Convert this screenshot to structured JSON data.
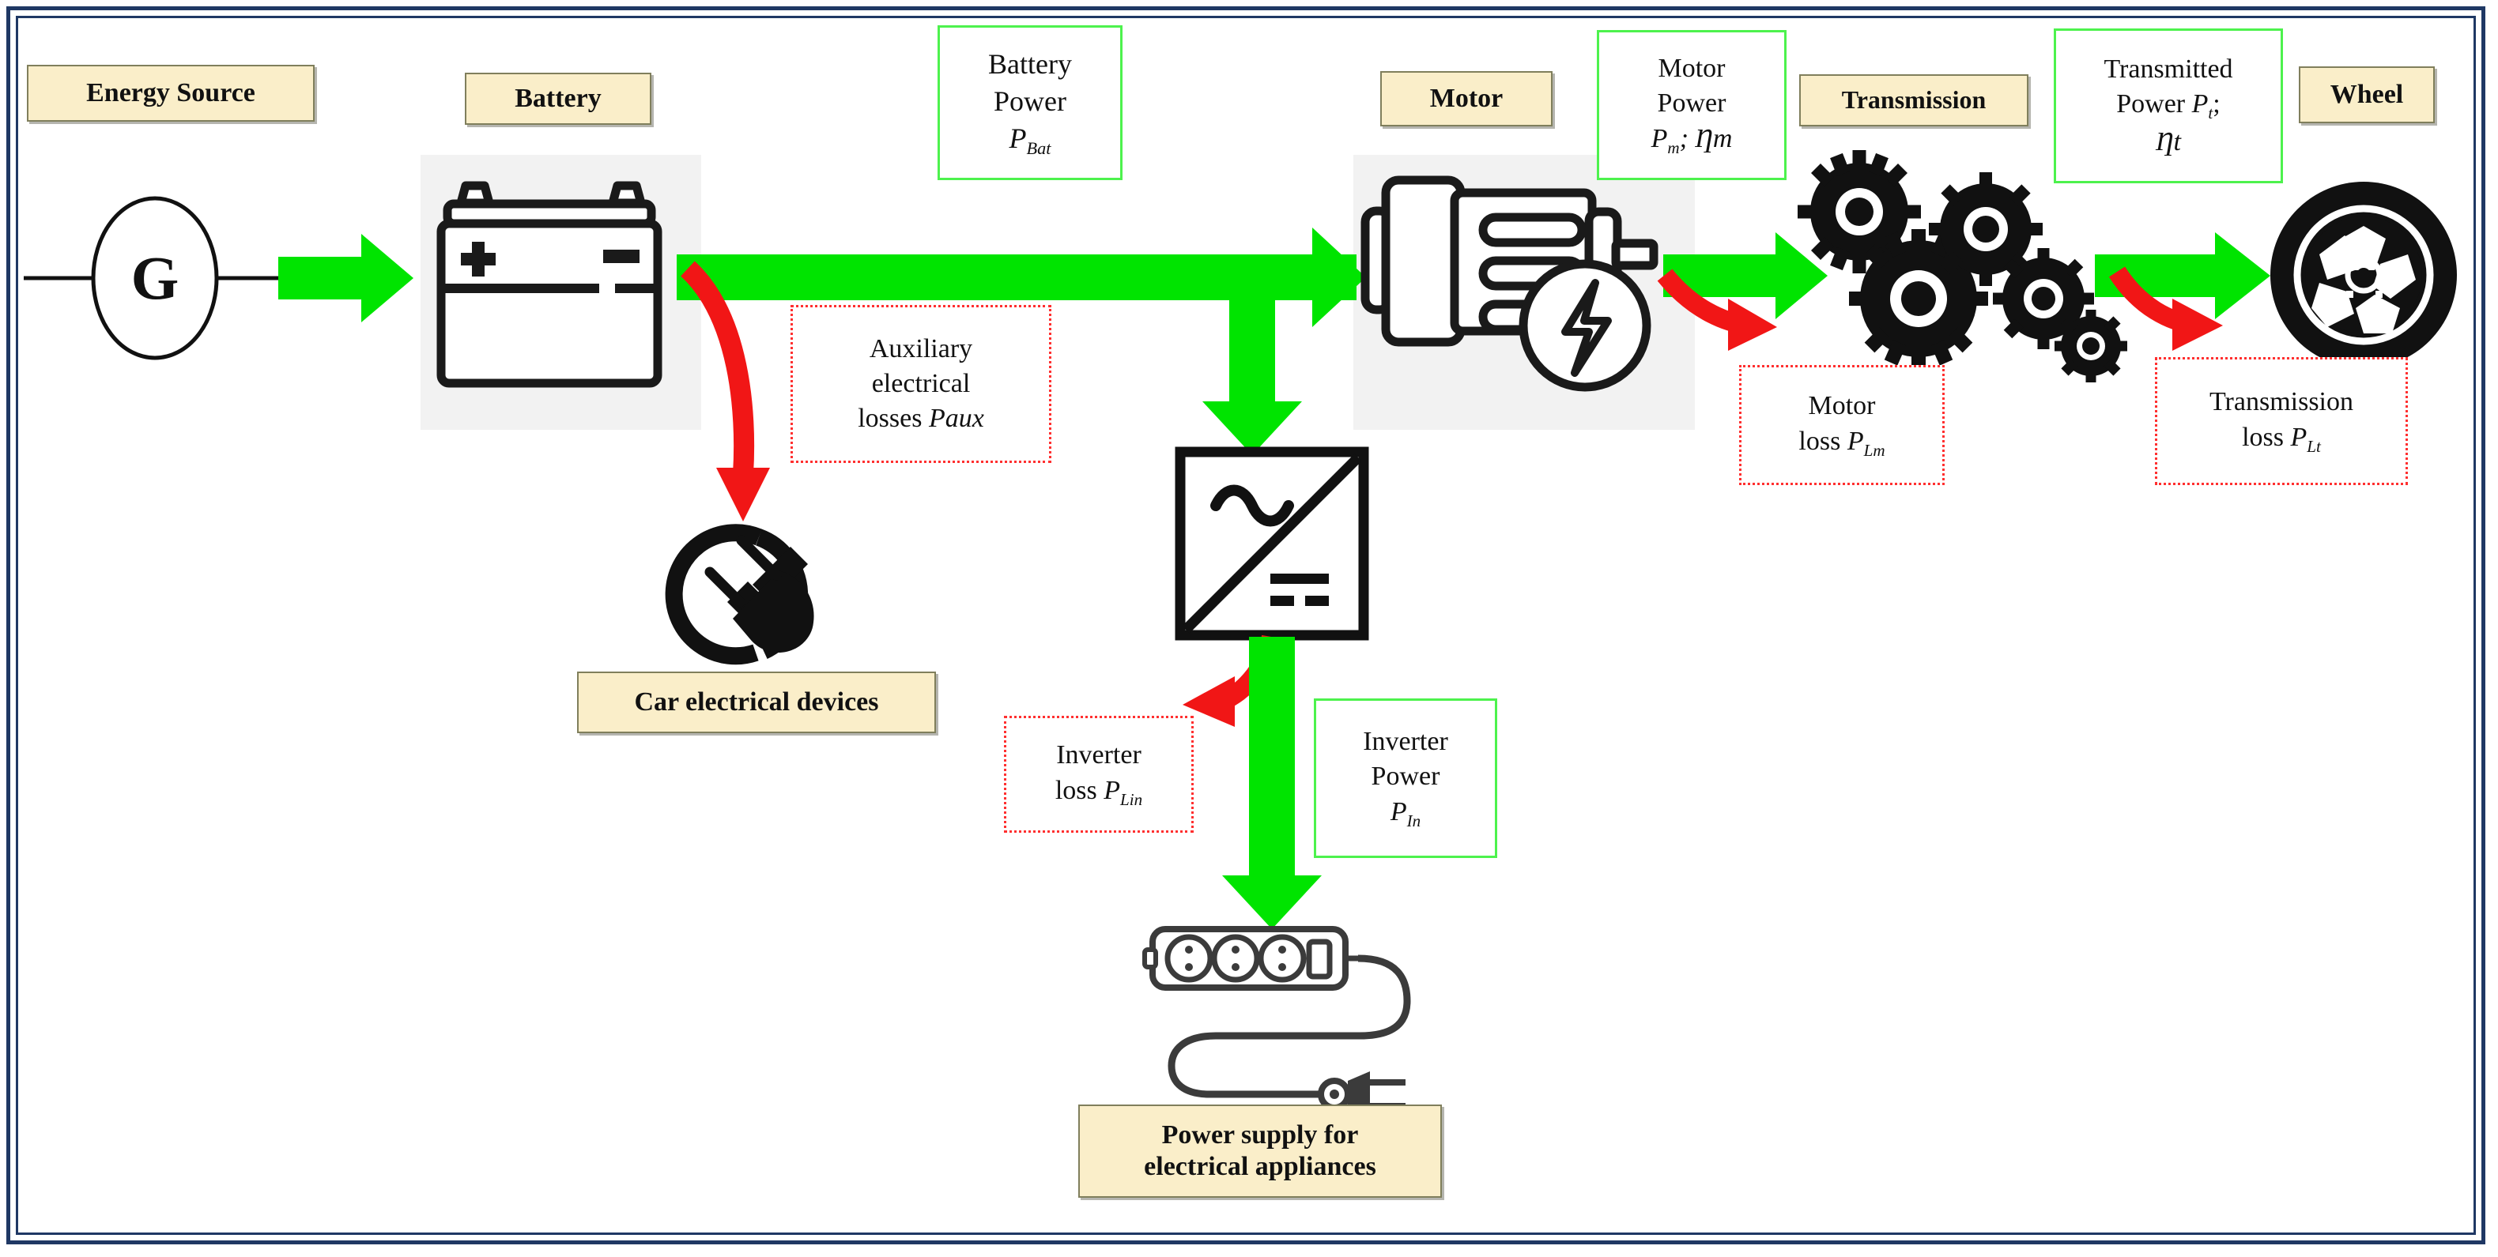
{
  "diagram": {
    "title": "Electric vehicle power flow and losses diagram",
    "colors": {
      "frame": "#1f3864",
      "power_flow_green": "#00e400",
      "loss_red": "#ff2f2f",
      "label_fill": "#faeec9",
      "green_border": "#4df24d",
      "icon_backdrop": "#f2f2f2"
    }
  },
  "component_labels": {
    "energy_source": "Energy Source",
    "battery": "Battery",
    "motor": "Motor",
    "transmission": "Transmission",
    "wheel": "Wheel",
    "car_electrical_devices": "Car electrical devices",
    "power_supply_appliances_line1": "Power supply for",
    "power_supply_appliances_line2": "electrical appliances"
  },
  "generator": {
    "symbol": "G"
  },
  "power_boxes": [
    {
      "id": "battery-power",
      "line1": "Battery",
      "line2": "Power",
      "symbol_base": "P",
      "symbol_sub": "Bat"
    },
    {
      "id": "motor-power",
      "line1": "Motor",
      "line2": "Power",
      "symbol_base": "P",
      "symbol_sub": "m",
      "symbol_extra": "; Ƞm"
    },
    {
      "id": "transmitted-power",
      "line1": "Transmitted",
      "line2": "Power",
      "symbol_base": "P",
      "symbol_sub": "t",
      "symbol_extra": ";",
      "symbol_line3": "Ƞt"
    },
    {
      "id": "inverter-power",
      "line1": "Inverter",
      "line2": "Power",
      "symbol_base": "P",
      "symbol_sub": "In"
    }
  ],
  "loss_boxes": [
    {
      "id": "auxiliary-loss",
      "line1": "Auxiliary",
      "line2": "electrical",
      "line3_prefix": "losses ",
      "symbol": "Paux"
    },
    {
      "id": "motor-loss",
      "line1": "Motor",
      "line2_prefix": "loss ",
      "symbol_base": "P",
      "symbol_sub": "Lm"
    },
    {
      "id": "transmission-loss",
      "line1": "Transmission",
      "line2_prefix": "loss ",
      "symbol_base": "P",
      "symbol_sub": "Lt"
    },
    {
      "id": "inverter-loss",
      "line1": "Inverter",
      "line2_prefix": "loss ",
      "symbol_base": "P",
      "symbol_sub": "Lin"
    }
  ],
  "icons": {
    "generator": "generator-circle-icon",
    "battery": "car-battery-icon",
    "motor": "electric-motor-icon",
    "gears": "gear-train-icon",
    "wheel": "tire-wheel-icon",
    "plug": "unplugged-plug-icon",
    "inverter": "inverter-ac-dc-icon",
    "power_strip": "power-strip-icon"
  },
  "inverter_symbols": {
    "ac": "~",
    "dc": "="
  }
}
